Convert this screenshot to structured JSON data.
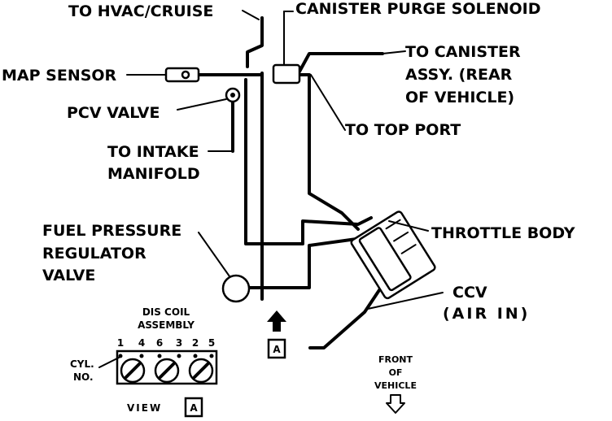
{
  "labels": {
    "hvac_cruise": "TO HVAC/CRUISE",
    "purge_solenoid": "CANISTER PURGE SOLENOID",
    "to_canister_1": "TO CANISTER",
    "to_canister_2": "ASSY. (REAR",
    "to_canister_3": "OF VEHICLE)",
    "map_sensor": "MAP SENSOR",
    "pcv_valve": "PCV VALVE",
    "to_top_port": "TO TOP PORT",
    "to_intake_1": "TO INTAKE",
    "to_intake_2": "MANIFOLD",
    "fuel_reg_1": "FUEL PRESSURE",
    "fuel_reg_2": "REGULATOR",
    "fuel_reg_3": "VALVE",
    "throttle_body": "THROTTLE BODY",
    "ccv_1": "CCV",
    "ccv_2": "(AIR IN)",
    "dis_coil_1": "DIS COIL",
    "dis_coil_2": "ASSEMBLY",
    "cyl_1": "CYL.",
    "cyl_2": "NO.",
    "cyl_numbers": [
      "1",
      "4",
      "6",
      "3",
      "2",
      "5"
    ],
    "view": "VIEW",
    "view_letter": "A",
    "arrow_letter": "A",
    "front_1": "FRONT",
    "front_2": "OF",
    "front_3": "VEHICLE"
  }
}
